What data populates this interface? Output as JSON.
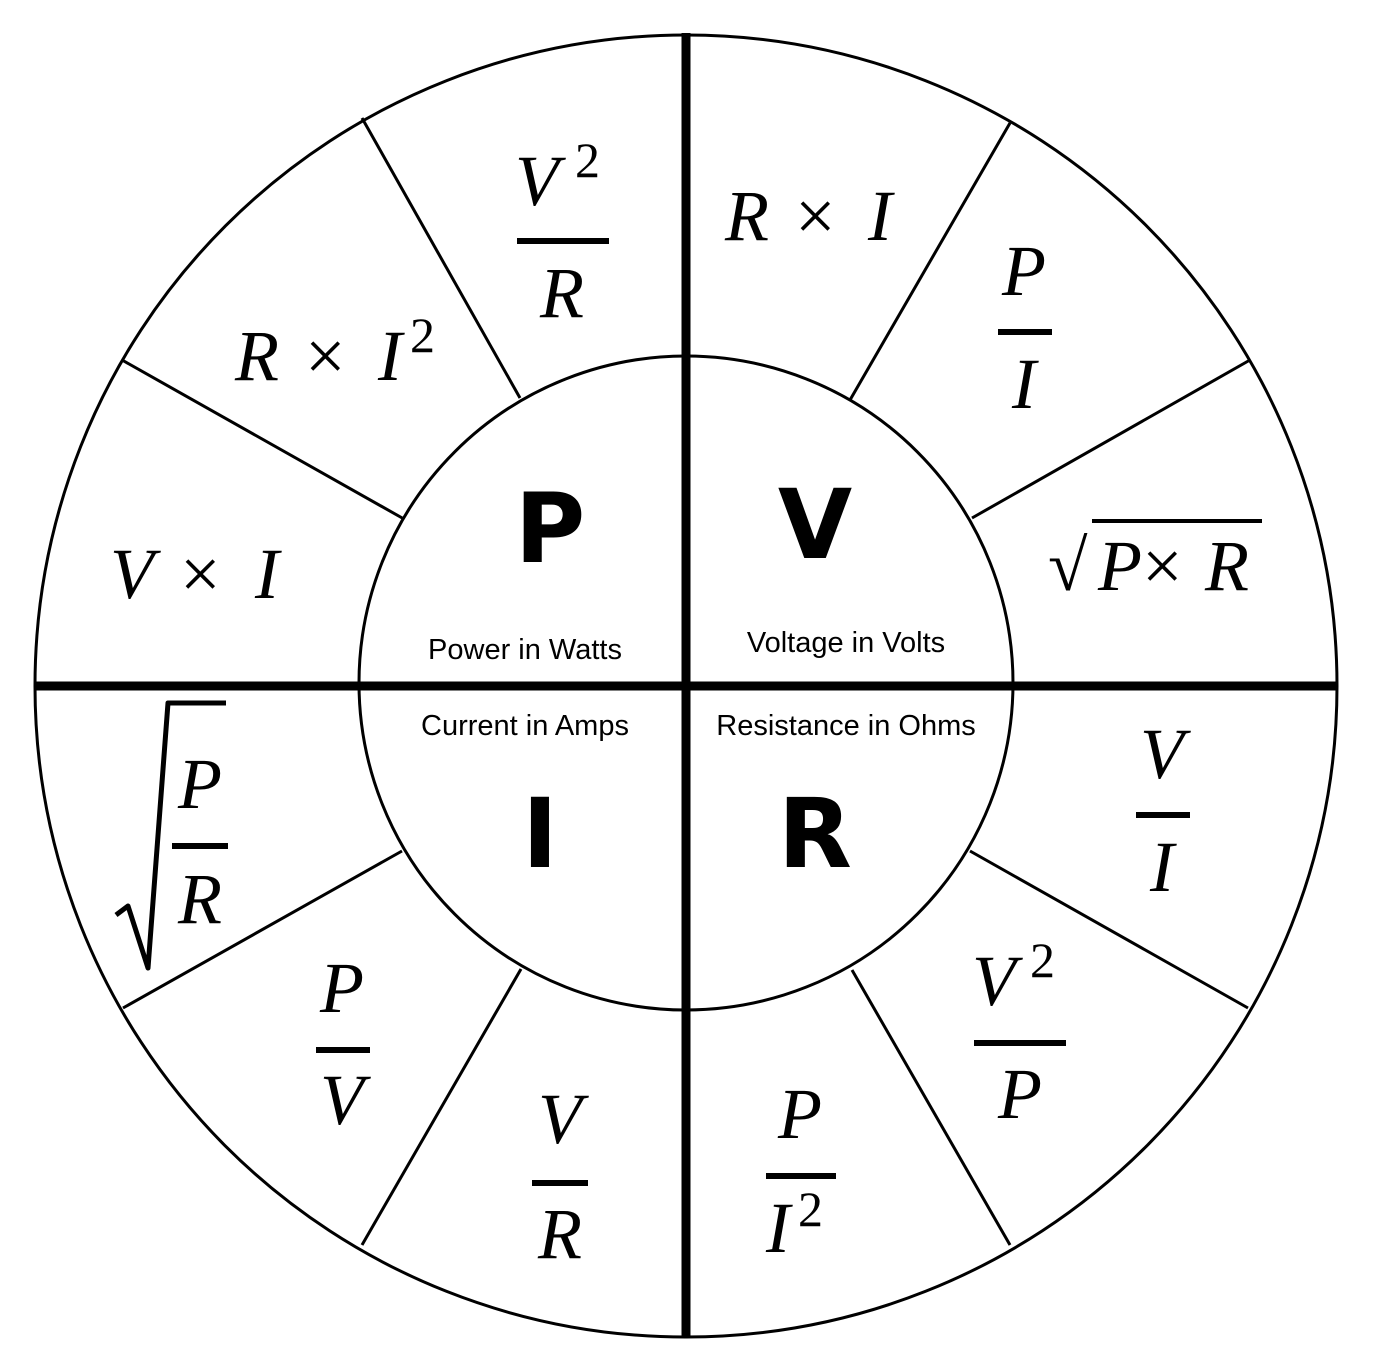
{
  "quadrants": {
    "power": {
      "symbol": "P",
      "caption": "Power in Watts"
    },
    "voltage": {
      "symbol": "V",
      "caption": "Voltage in Volts"
    },
    "current": {
      "symbol": "I",
      "caption": "Current in Amps"
    },
    "resistance": {
      "symbol": "R",
      "caption": "Resistance in Ohms"
    }
  },
  "formulas": {
    "p_vi": {
      "a": "V",
      "op": "×",
      "b": "I"
    },
    "p_ri2": {
      "a": "R",
      "op": "×",
      "b": "I",
      "exp": "2"
    },
    "p_v2r": {
      "num": "V",
      "exp": "2",
      "den": "R"
    },
    "v_ri": {
      "a": "R",
      "op": "×",
      "b": "I"
    },
    "v_pi": {
      "num": "P",
      "den": "I"
    },
    "v_sqrt": {
      "radical": "√",
      "a": "P",
      "op": "×",
      "b": "R"
    },
    "r_vi": {
      "num": "V",
      "den": "I"
    },
    "r_v2p": {
      "num": "V",
      "exp": "2",
      "den": "P"
    },
    "r_pi2": {
      "num": "P",
      "den": "I",
      "exp": "2"
    },
    "i_vr": {
      "num": "V",
      "den": "R"
    },
    "i_pv": {
      "num": "P",
      "den": "V"
    },
    "i_sqrt": {
      "num": "P",
      "den": "R"
    }
  }
}
